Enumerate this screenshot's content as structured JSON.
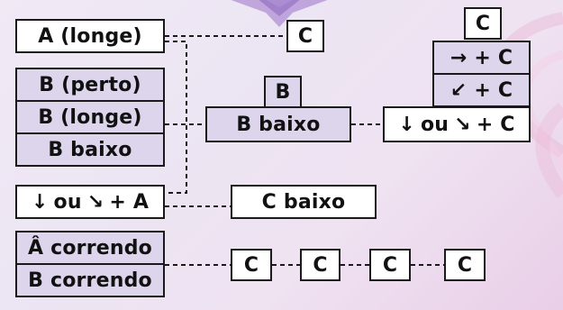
{
  "colors": {
    "white_box": "#ffffff",
    "lavender_box": "#ddd5ec",
    "border": "#1a1a1a",
    "background": "#ede5f2"
  },
  "left_column": {
    "a_far": "A (longe)",
    "b_near": "B (perto)",
    "b_far": "B (longe)",
    "b_low": "B baixo",
    "down_downforward_a": {
      "text": "ou",
      "plus": "+ A"
    },
    "a_running": "Â correndo",
    "b_running": "B correndo"
  },
  "middle_column": {
    "c_after_a_far": "C",
    "b_label": "B",
    "b_low": "B baixo",
    "c_low": "C baixo"
  },
  "right_column": {
    "c_top": "C",
    "forward_c": {
      "plus": "+ C"
    },
    "downback_c": {
      "plus": "+ C"
    },
    "down_downforward_c": {
      "text": "ou",
      "plus": "+ C"
    }
  },
  "chain": [
    "C",
    "C",
    "C",
    "C"
  ],
  "icons": {
    "down_arrow": "down-arrow-icon",
    "down_forward_arrow": "down-forward-arrow-icon",
    "forward_arrow": "forward-arrow-icon",
    "down_back_arrow": "down-back-arrow-icon"
  }
}
